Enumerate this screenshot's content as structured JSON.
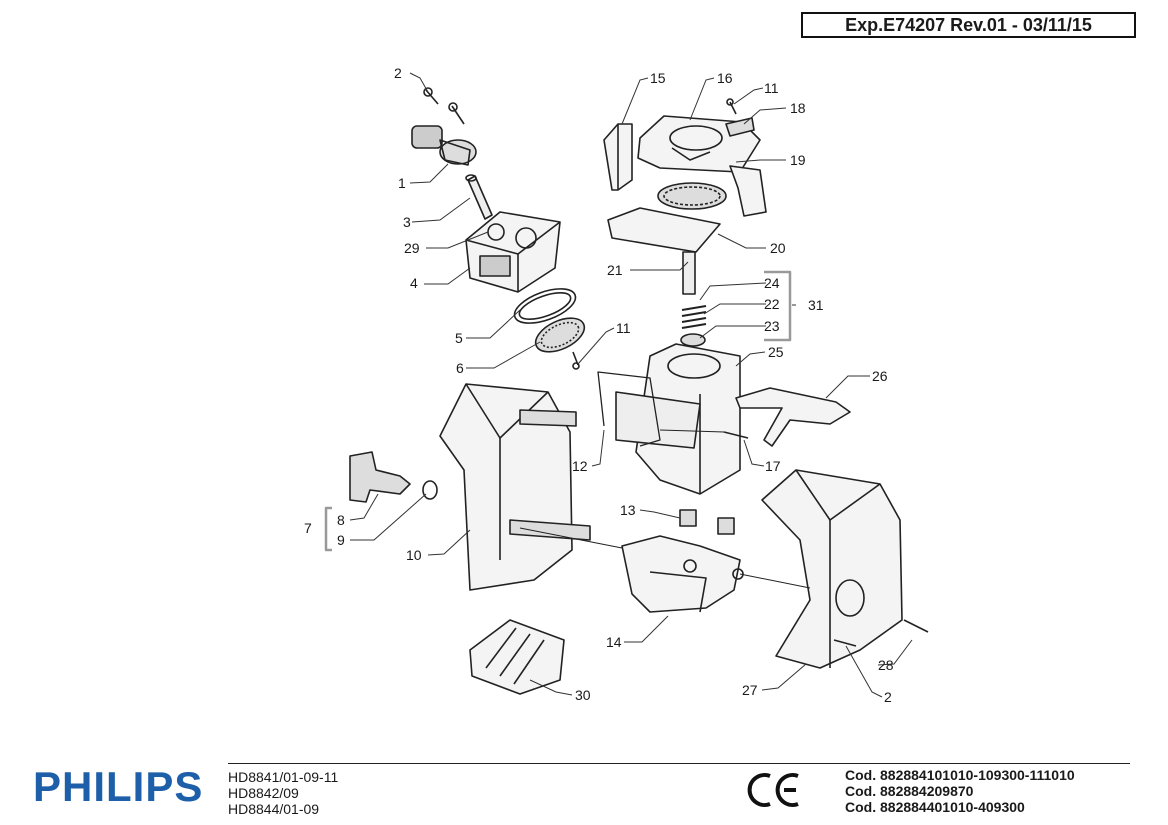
{
  "header": {
    "code": "Exp.E74207 Rev.01 - 03/11/15"
  },
  "brand": {
    "name": "PHILIPS",
    "primary_color": "#1d5fa8"
  },
  "marks": {
    "conformity": "CE"
  },
  "models": [
    "HD8841/01-09-11",
    "HD8842/09",
    "HD8844/01-09"
  ],
  "codes": [
    "Cod. 882884101010-109300-111010",
    "Cod. 882884209870",
    "Cod. 882884401010-409300"
  ],
  "part_labels": {
    "p2a": "2",
    "p1": "1",
    "p3": "3",
    "p29": "29",
    "p4": "4",
    "p5": "5",
    "p6": "6",
    "p11a": "11",
    "p15": "15",
    "p16": "16",
    "p11b": "11",
    "p18": "18",
    "p19": "19",
    "p20": "20",
    "p21": "21",
    "p24": "24",
    "p22": "22",
    "p23": "23",
    "p31": "31",
    "p25": "25",
    "p26": "26",
    "p12": "12",
    "p17": "17",
    "p13": "13",
    "p7": "7",
    "p8": "8",
    "p9": "9",
    "p10": "10",
    "p14": "14",
    "p28": "28",
    "p27": "27",
    "p2b": "2",
    "p30": "30"
  }
}
